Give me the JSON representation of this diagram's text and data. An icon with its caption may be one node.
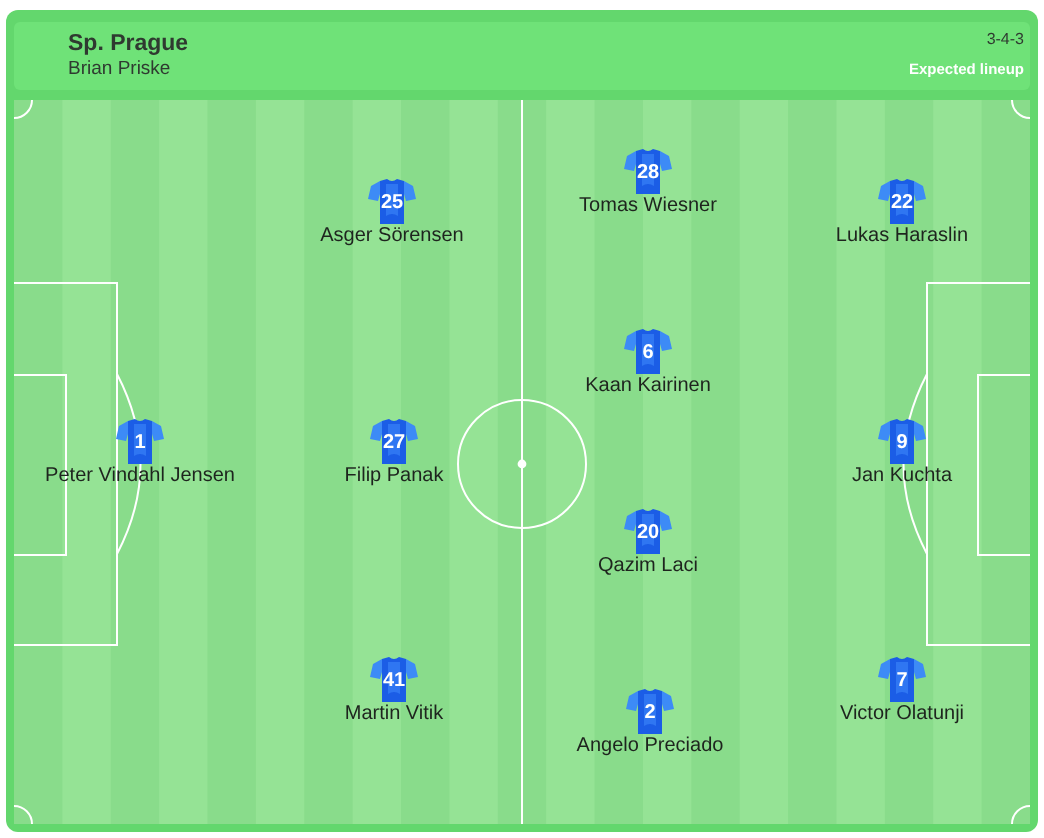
{
  "diagram": {
    "title": "Sp. Prague",
    "nodes": [
      {
        "text": [
          "1"
        ],
        "beside": [
          "Peter Vindahl Jensen"
        ]
      },
      {
        "text": [
          "25"
        ],
        "beside": [
          "Asger Sörensen"
        ]
      },
      {
        "text": [
          "27"
        ],
        "beside": [
          "Filip Panak"
        ]
      },
      {
        "text": [
          "41"
        ],
        "beside": [
          "Martin Vitik"
        ]
      },
      {
        "text": [
          "28"
        ],
        "beside": [
          "Tomas Wiesner"
        ]
      },
      {
        "text": [
          "6"
        ],
        "beside": [
          "Kaan Kairinen"
        ]
      },
      {
        "text": [
          "20"
        ],
        "beside": [
          "Qazim Laci"
        ]
      },
      {
        "text": [
          "2"
        ],
        "beside": [
          "Angelo Preciado"
        ]
      },
      {
        "text": [
          "22"
        ],
        "beside": [
          "Lukas Haraslin"
        ]
      },
      {
        "text": [
          "9"
        ],
        "beside": [
          "Jan Kuchta"
        ]
      },
      {
        "text": [
          "7"
        ],
        "beside": [
          "Victor Olatunji"
        ]
      }
    ],
    "labels": [
      "Brian Priske",
      "3-4-3",
      "Expected lineup"
    ]
  }
}
